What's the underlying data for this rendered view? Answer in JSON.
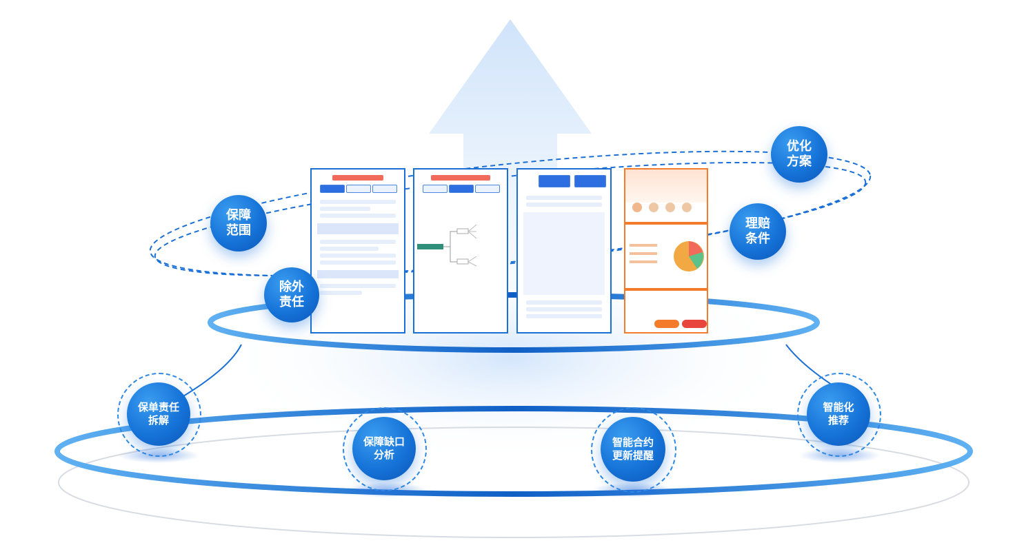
{
  "features": {
    "coverage_scope": "保障\n范围",
    "excluded_liability": "除外\n责任",
    "optimization_plan": "优化\n方案",
    "claim_conditions": "理赔\n条件",
    "policy_liability_breakdown": "保单责任\n拆解",
    "coverage_gap_analysis": "保障缺口\n分析",
    "smart_contract_update_reminder": "智能合约\n更新提醒",
    "smart_recommendation": "智能化\n推荐"
  },
  "colors": {
    "primary": "#1673d8",
    "ring": "#2f8ae6",
    "arrow": "#d6e8fb",
    "card_border": "#1a6fd6",
    "accent_red": "#e8453c",
    "accent_orange": "#f47b2a"
  }
}
